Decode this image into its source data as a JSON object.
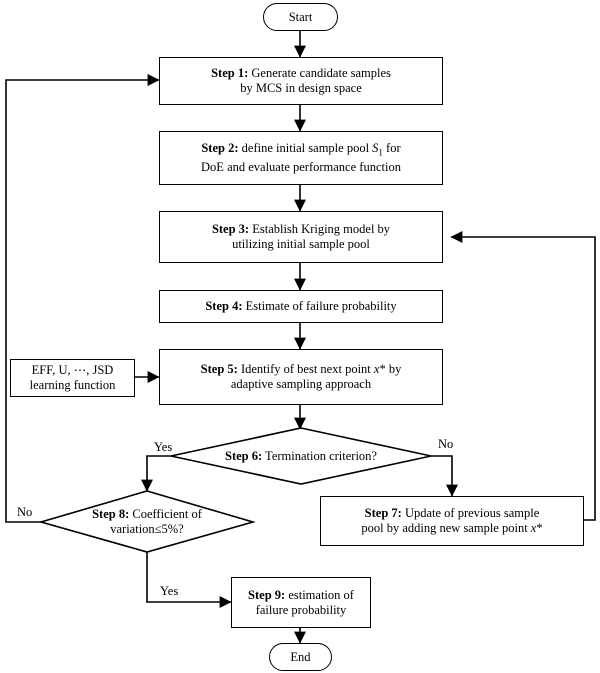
{
  "start": "Start",
  "end": "End",
  "step1": {
    "label": "Step 1:",
    "line1": " Generate candidate samples",
    "line2": "by MCS in design space"
  },
  "step2": {
    "label": "Step 2:",
    "line1a": " define initial sample pool ",
    "var": "S",
    "sub": "1",
    "line1b": " for",
    "line2": "DoE and evaluate performance function"
  },
  "step3": {
    "label": "Step 3:",
    "line1": " Establish Kriging model by",
    "line2": "utilizing initial sample pool"
  },
  "step4": {
    "label": "Step 4:",
    "line1": " Estimate of failure probability"
  },
  "step5": {
    "label": "Step 5:",
    "line1a": " Identify of best next point ",
    "var": "x",
    "star": "*",
    "line1b": " by",
    "line2": "adaptive sampling approach"
  },
  "learning": {
    "line1": "EFF, U, ⋯, JSD",
    "line2": "learning function"
  },
  "step6": {
    "label": "Step 6:",
    "line1": " Termination criterion?"
  },
  "step7": {
    "label": "Step 7:",
    "line1": " Update of previous sample",
    "line2a": "pool by adding new sample point ",
    "var": "x",
    "star": "*"
  },
  "step8": {
    "label": "Step 8:",
    "line1": " Coefficient of",
    "line2": "variation≤5%?"
  },
  "step9": {
    "label": "Step 9:",
    "line1": " estimation of",
    "line2": "failure probability"
  },
  "edges": {
    "yes6": "Yes",
    "no6": "No",
    "no8": "No",
    "yes8": "Yes"
  }
}
